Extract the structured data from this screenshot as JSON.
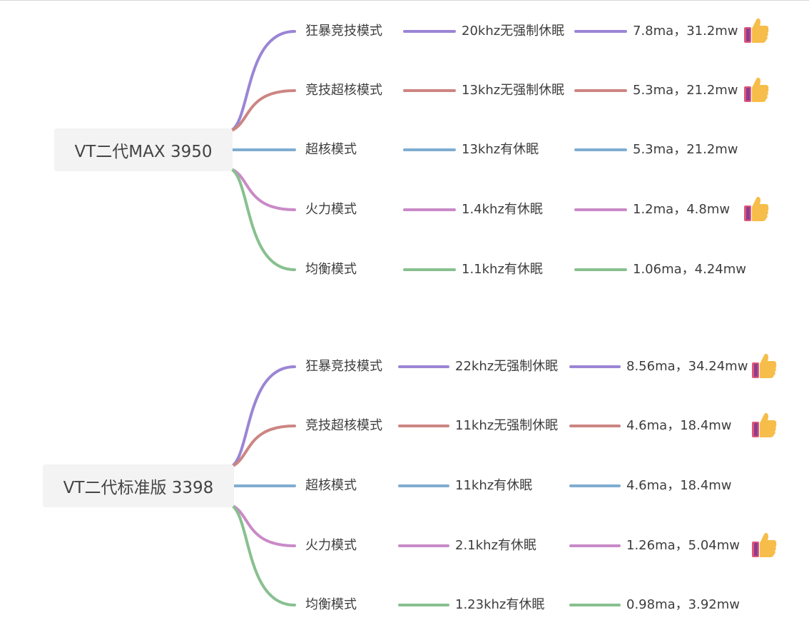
{
  "colors": {
    "purple": "#9b85d5",
    "red": "#cc8582",
    "blue": "#7fadd0",
    "pink": "#c98ac7",
    "green": "#88c08f",
    "thumb_yellow": "#f6bd4a",
    "thumb_cuff": "#e0567a",
    "thumb_cuff_inner": "#8c3d8e"
  },
  "groups": [
    {
      "root": "VT二代MAX 3950",
      "branches": [
        {
          "mode": "狂暴竞技模式",
          "freq": "20khz无强制休眠",
          "power": "7.8ma，31.2mw",
          "recommended": true,
          "color": "purple"
        },
        {
          "mode": "竞技超核模式",
          "freq": "13khz无强制休眠",
          "power": "5.3ma，21.2mw",
          "recommended": true,
          "color": "red"
        },
        {
          "mode": "超核模式",
          "freq": "13khz有休眠",
          "power": "5.3ma，21.2mw",
          "recommended": false,
          "color": "blue"
        },
        {
          "mode": "火力模式",
          "freq": "1.4khz有休眠",
          "power": "1.2ma，4.8mw",
          "recommended": true,
          "color": "pink"
        },
        {
          "mode": "均衡模式",
          "freq": "1.1khz有休眠",
          "power": "1.06ma，4.24mw",
          "recommended": false,
          "color": "green"
        }
      ]
    },
    {
      "root": "VT二代标准版 3398",
      "branches": [
        {
          "mode": "狂暴竞技模式",
          "freq": "22khz无强制休眠",
          "power": "8.56ma，34.24mw",
          "recommended": true,
          "color": "purple"
        },
        {
          "mode": "竞技超核模式",
          "freq": "11khz无强制休眠",
          "power": "4.6ma，18.4mw",
          "recommended": true,
          "color": "red"
        },
        {
          "mode": "超核模式",
          "freq": "11khz有休眠",
          "power": "4.6ma，18.4mw",
          "recommended": false,
          "color": "blue"
        },
        {
          "mode": "火力模式",
          "freq": "2.1khz有休眠",
          "power": "1.26ma，5.04mw",
          "recommended": true,
          "color": "pink"
        },
        {
          "mode": "均衡模式",
          "freq": "1.23khz有休眠",
          "power": "0.98ma，3.92mw",
          "recommended": false,
          "color": "green"
        }
      ]
    }
  ]
}
